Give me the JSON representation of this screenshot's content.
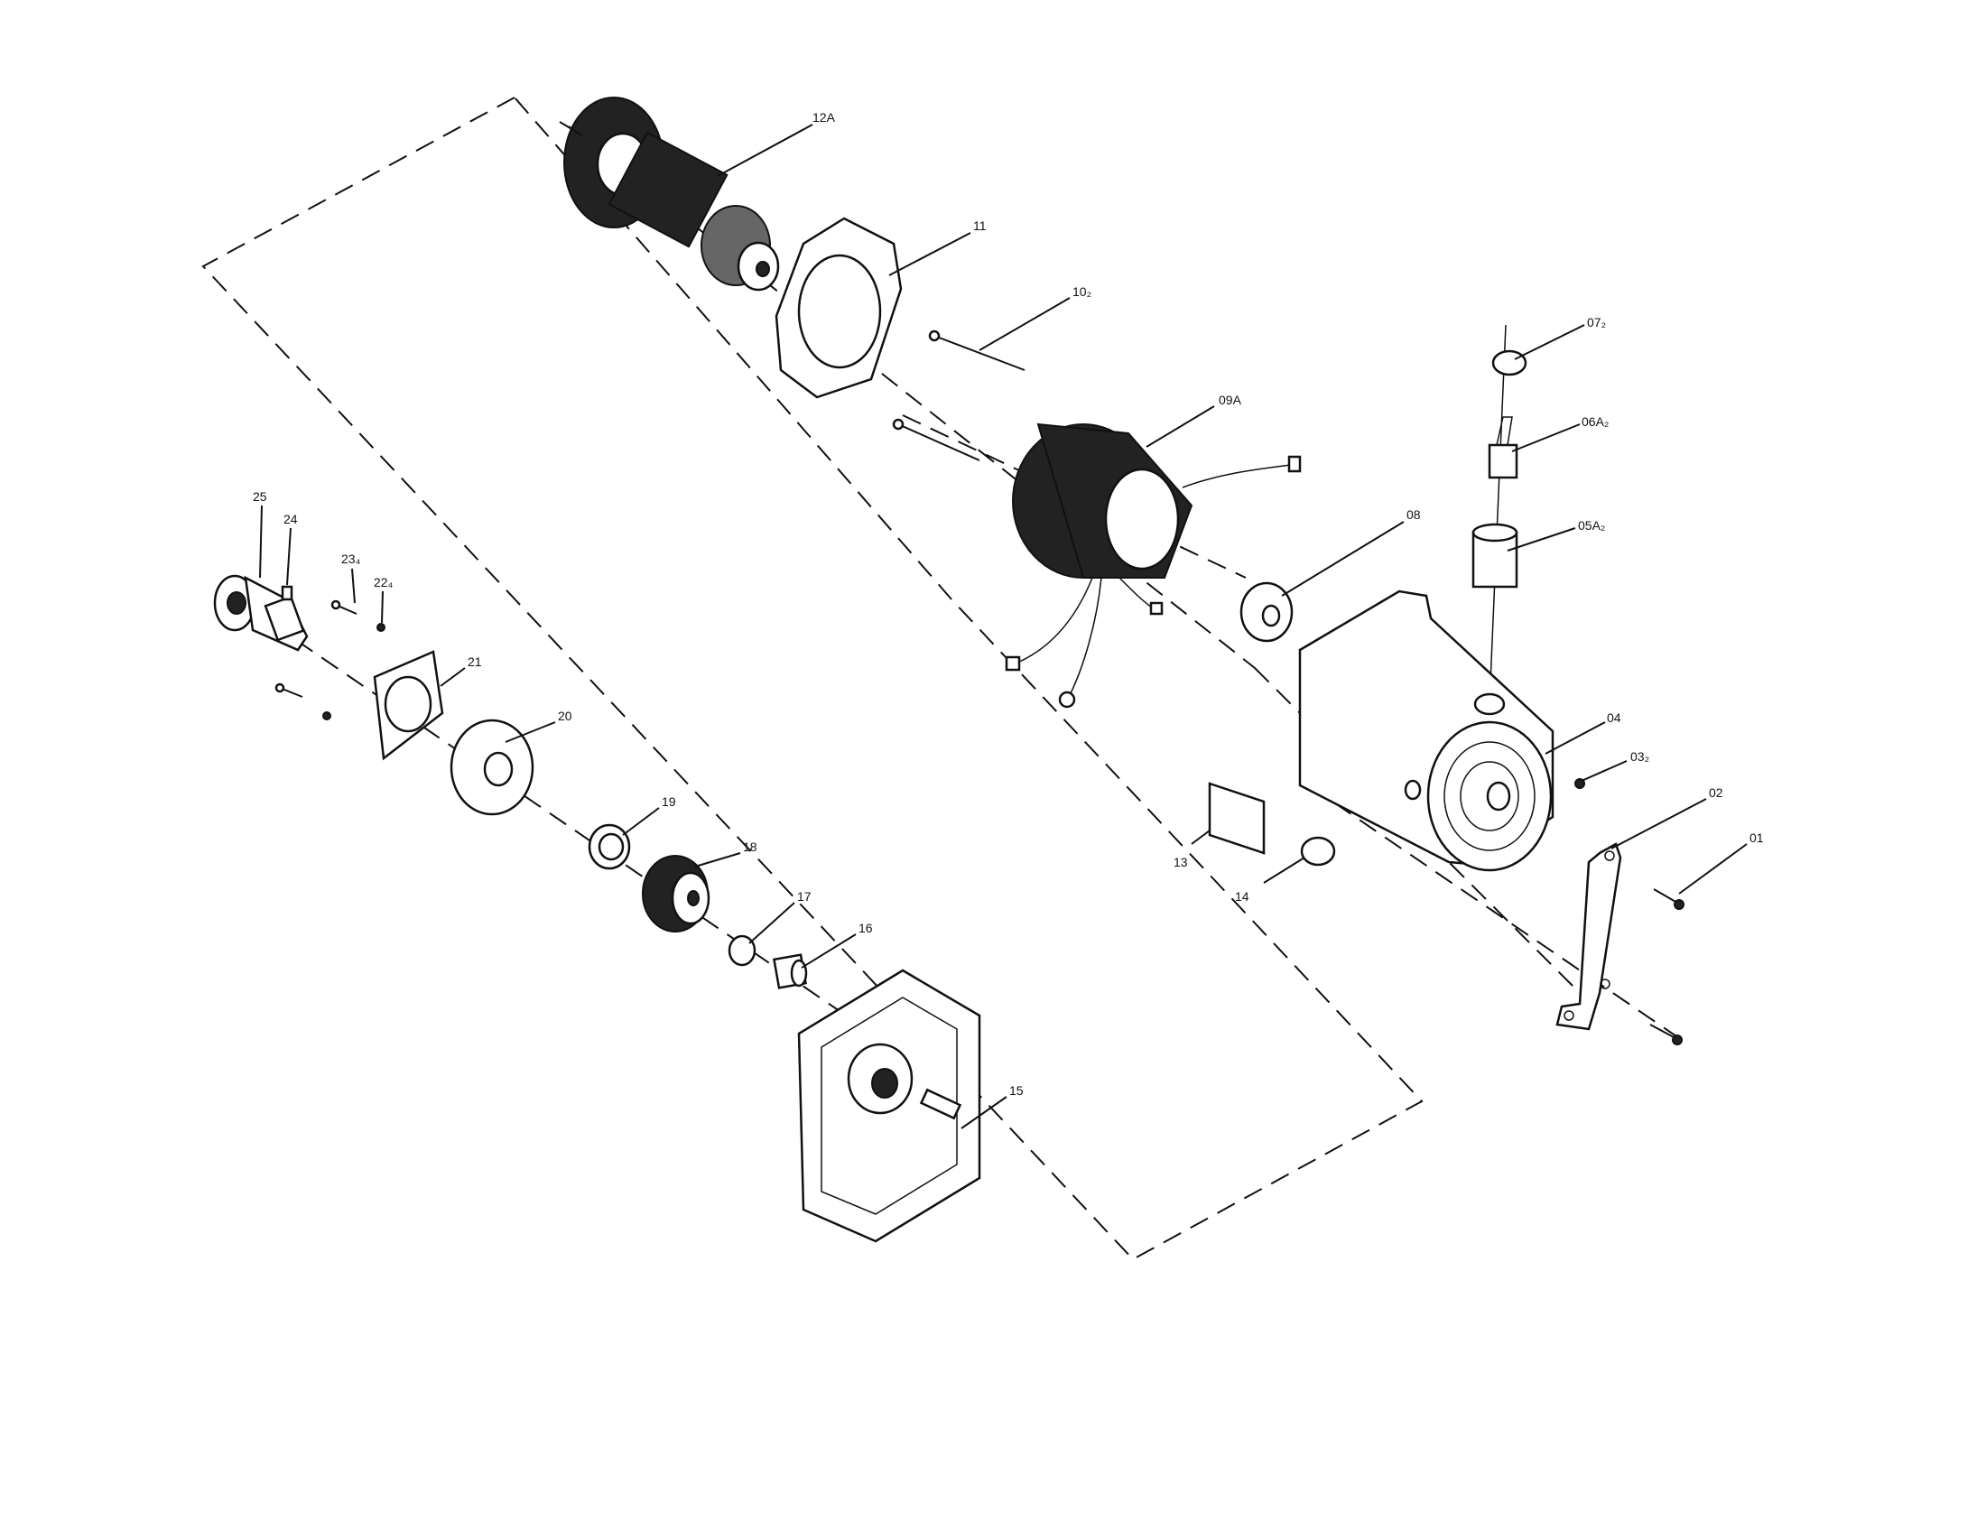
{
  "diagram": {
    "labels": {
      "p12A": "12A",
      "p11": "11",
      "p10": "10₂",
      "p09A": "09A",
      "p07": "07₂",
      "p06A": "06A₂",
      "p05A": "05A₂",
      "p08": "08",
      "p04": "04",
      "p03": "03₂",
      "p02": "02",
      "p01": "01",
      "p13": "13",
      "p14": "14",
      "p25": "25",
      "p24": "24",
      "p23": "23₄",
      "p22": "22₄",
      "p21": "21",
      "p20": "20",
      "p19": "19",
      "p18": "18",
      "p17": "17",
      "p16": "16",
      "p15": "15"
    }
  }
}
